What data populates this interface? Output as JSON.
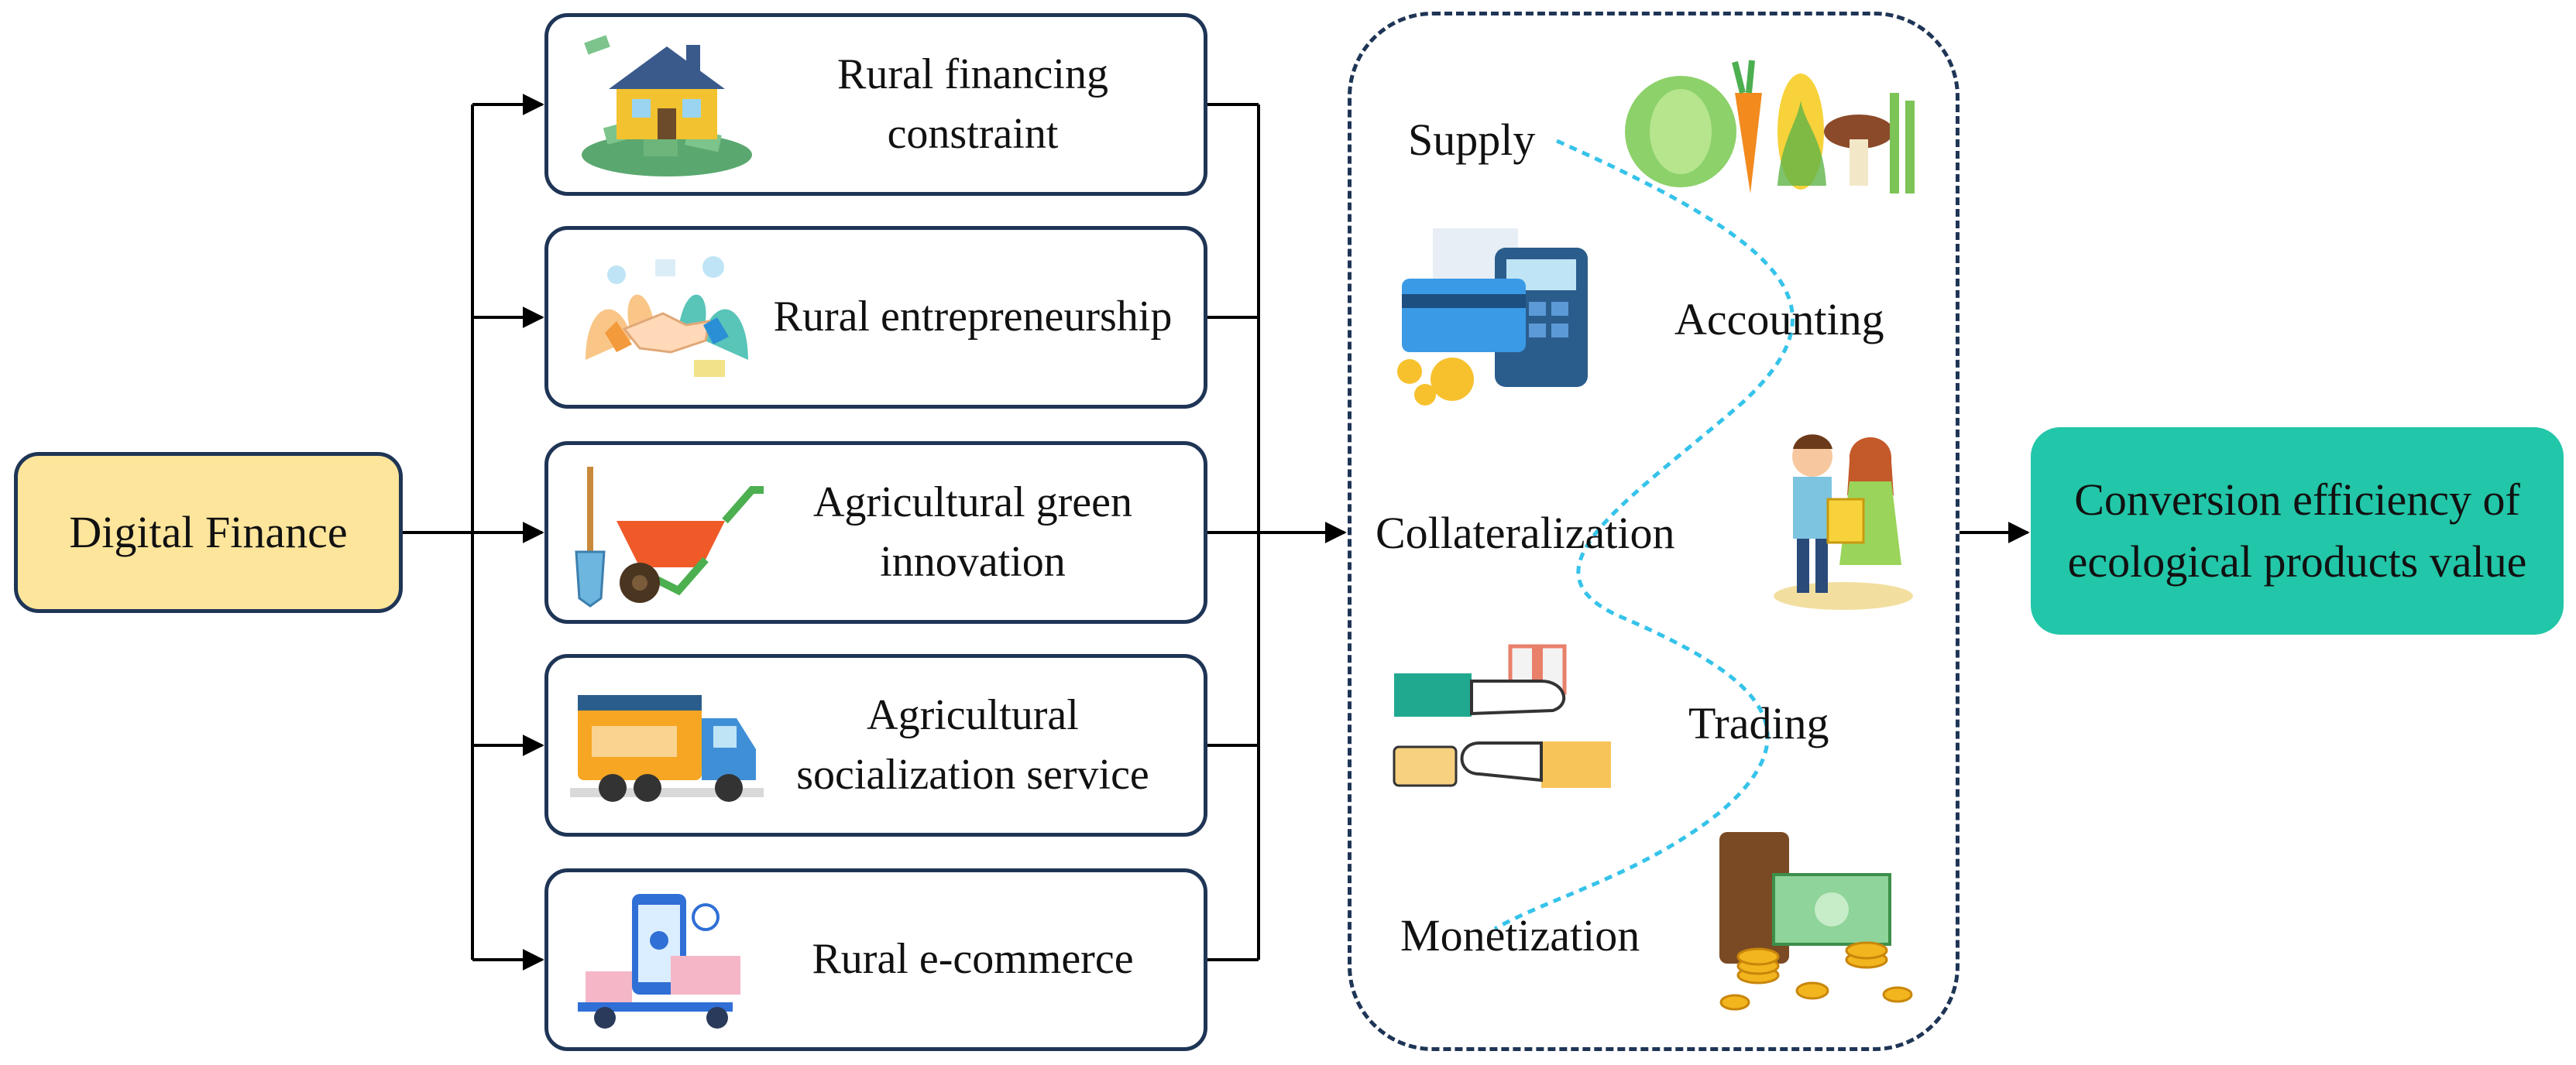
{
  "source": {
    "label": "Digital Finance"
  },
  "mechanisms": [
    {
      "label": "Rural financing constraint",
      "icon": "house-money-icon"
    },
    {
      "label": "Rural entrepreneurship",
      "icon": "handshake-icon"
    },
    {
      "label": "Agricultural green innovation",
      "icon": "wheelbarrow-shovel-icon"
    },
    {
      "label": "Agricultural socialization service",
      "icon": "delivery-truck-icon"
    },
    {
      "label": "Rural e-commerce",
      "icon": "phone-delivery-icon"
    }
  ],
  "stages": [
    {
      "label": "Supply",
      "icon": "vegetables-icon"
    },
    {
      "label": "Accounting",
      "icon": "calculator-card-icon"
    },
    {
      "label": "Collateralization",
      "icon": "farmers-certificate-icon"
    },
    {
      "label": "Trading",
      "icon": "hands-exchange-icon"
    },
    {
      "label": "Monetization",
      "icon": "wallet-money-icon"
    }
  ],
  "target": {
    "label": "Conversion efficiency of ecological products value"
  },
  "colors": {
    "source_fill": "#fde59b",
    "target_fill": "#22c6a8",
    "border": "#1f3556",
    "path_line": "#35c3ea"
  }
}
